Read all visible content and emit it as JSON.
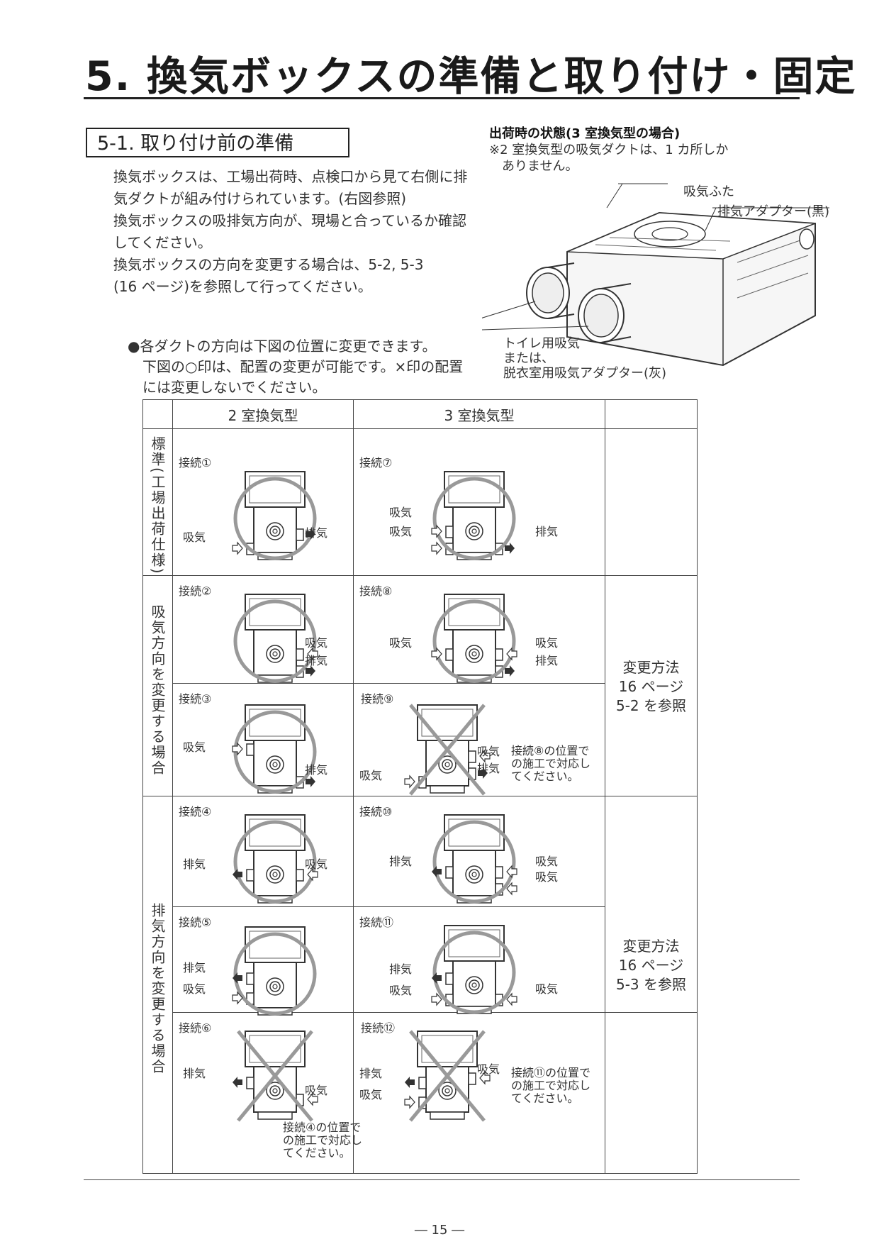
{
  "title": "5. 換気ボックスの準備と取り付け・固定",
  "section": "5-1. 取り付け前の準備",
  "intro": [
    "換気ボックスは、工場出荷時、点検口から見て右側に排",
    "気ダクトが組み付けられています。(右図参照)",
    "換気ボックスの吸排気方向が、現場と合っているか確認",
    "してください。",
    "換気ボックスの方向を変更する場合は、5-2, 5-3",
    "(16 ページ)を参照して行ってください。"
  ],
  "figure": {
    "caption_title": "出荷時の状態(3 室換気型の場合)",
    "caption_note_1": "※2 室換気型の吸気ダクトは、1 カ所しか",
    "caption_note_2": "ありません。",
    "callout_lid": "吸気ふた",
    "callout_exhaust_adapter": "排気アダプター(黒)",
    "callout_intake_1": "トイレ用吸気",
    "callout_intake_2": "または、",
    "callout_intake_3": "脱衣室用吸気アダプター(灰)"
  },
  "bullets": [
    "●各ダクトの方向は下図の位置に変更できます。",
    "下図の○印は、配置の変更が可能です。×印の配置",
    "には変更しないでください。"
  ],
  "table": {
    "col_2room": "2 室換気型",
    "col_3room": "3 室換気型",
    "row_standard": "標準(工場出荷仕様)",
    "row_intake_change": "吸気方向を変更する場合",
    "row_exhaust_change": "排気方向を変更する場合",
    "method_52": [
      "変更方法",
      "16 ページ",
      "5-2 を参照"
    ],
    "method_53": [
      "変更方法",
      "16 ページ",
      "5-3 を参照"
    ],
    "intake": "吸気",
    "exhaust": "排気",
    "conn": {
      "c1": "接続①",
      "c2": "接続②",
      "c3": "接続③",
      "c4": "接続④",
      "c5": "接続⑤",
      "c6": "接続⑥",
      "c7": "接続⑦",
      "c8": "接続⑧",
      "c9": "接続⑨",
      "c10": "接続⑩",
      "c11": "接続⑪",
      "c12": "接続⑫"
    },
    "note_c6": [
      "接続④の位置で",
      "の施工で対応し",
      "てください。"
    ],
    "note_c9": [
      "接続⑧の位置で",
      "の施工で対応し",
      "てください。"
    ],
    "note_c12": [
      "接続⑪の位置で",
      "の施工で対応し",
      "てください。"
    ]
  },
  "page_number": "― 15 ―"
}
